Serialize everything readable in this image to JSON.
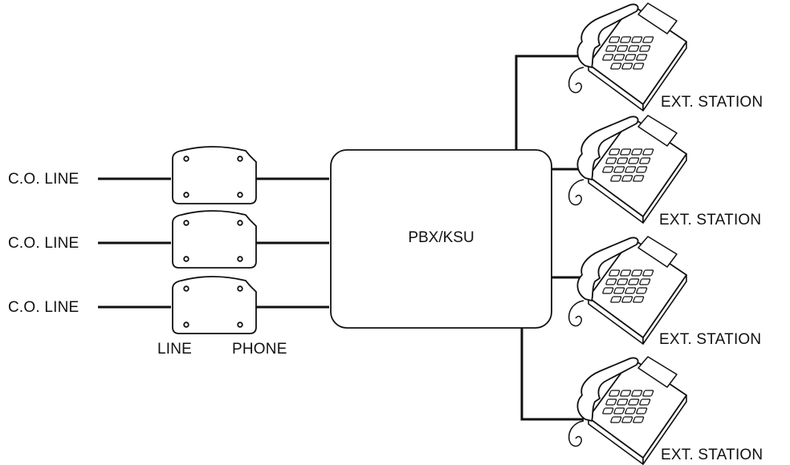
{
  "diagram": {
    "pbx_label": "PBX/KSU",
    "co_lines": [
      {
        "label": "C.O. LINE"
      },
      {
        "label": "C.O. LINE"
      },
      {
        "label": "C.O. LINE"
      }
    ],
    "device_port_labels": {
      "line": "LINE",
      "phone": "PHONE"
    },
    "stations": [
      {
        "label": "EXT. STATION"
      },
      {
        "label": "EXT. STATION"
      },
      {
        "label": "EXT. STATION"
      },
      {
        "label": "EXT. STATION"
      }
    ]
  }
}
